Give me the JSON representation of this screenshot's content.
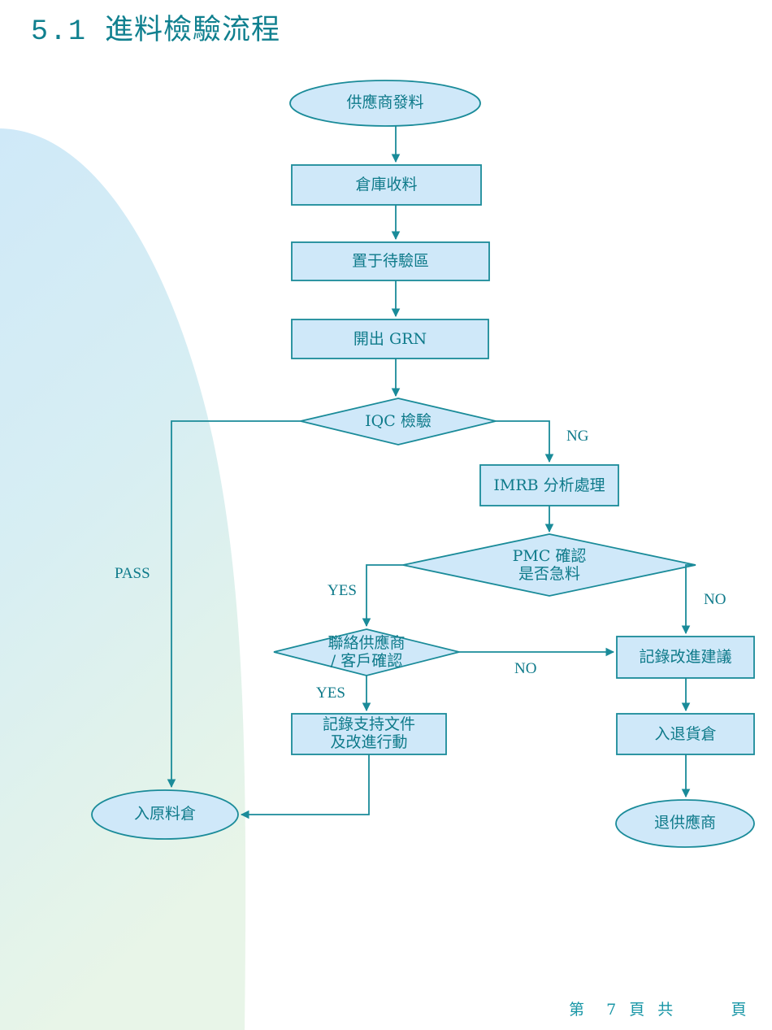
{
  "document": {
    "title_number": "5.1",
    "title_text": "進料檢驗流程",
    "accent_color": "#10808f",
    "node_fill": "#cfe8f9",
    "node_stroke": "#1a8b99",
    "text_color": "#0e7a8a",
    "background_color": "#ffffff"
  },
  "footer": {
    "text": "第  7 頁 共      頁"
  },
  "flowchart": {
    "type": "flowchart",
    "nodes": [
      {
        "id": "start",
        "shape": "ellipse",
        "label": "供應商發料"
      },
      {
        "id": "receive",
        "shape": "rectangle",
        "label": "倉庫收料"
      },
      {
        "id": "hold-area",
        "shape": "rectangle",
        "label": "置于待驗區"
      },
      {
        "id": "issue-grn",
        "shape": "rectangle",
        "label": "開出 GRN"
      },
      {
        "id": "iqc",
        "shape": "diamond",
        "label": "IQC 檢驗"
      },
      {
        "id": "imrb",
        "shape": "rectangle",
        "label": "IMRB 分析處理"
      },
      {
        "id": "pmc",
        "shape": "diamond",
        "label": "PMC 確認\n是否急料"
      },
      {
        "id": "contact",
        "shape": "diamond",
        "label": "聯絡供應商\n/ 客戶確認"
      },
      {
        "id": "record-doc",
        "shape": "rectangle",
        "label": "記錄支持文件\n及改進行動"
      },
      {
        "id": "record-sugg",
        "shape": "rectangle",
        "label": "記錄改進建議"
      },
      {
        "id": "return-wh",
        "shape": "rectangle",
        "label": "入退貨倉"
      },
      {
        "id": "raw-wh",
        "shape": "ellipse",
        "label": "入原料倉"
      },
      {
        "id": "return-supp",
        "shape": "ellipse",
        "label": "退供應商"
      }
    ],
    "edges": [
      {
        "from": "start",
        "to": "receive",
        "label": ""
      },
      {
        "from": "receive",
        "to": "hold-area",
        "label": ""
      },
      {
        "from": "hold-area",
        "to": "issue-grn",
        "label": ""
      },
      {
        "from": "issue-grn",
        "to": "iqc",
        "label": ""
      },
      {
        "from": "iqc",
        "to": "raw-wh",
        "label": "PASS"
      },
      {
        "from": "iqc",
        "to": "imrb",
        "label": "NG"
      },
      {
        "from": "imrb",
        "to": "pmc",
        "label": ""
      },
      {
        "from": "pmc",
        "to": "contact",
        "label": "YES"
      },
      {
        "from": "pmc",
        "to": "record-sugg",
        "label": "NO"
      },
      {
        "from": "contact",
        "to": "record-doc",
        "label": "YES"
      },
      {
        "from": "contact",
        "to": "record-sugg",
        "label": "NO"
      },
      {
        "from": "record-doc",
        "to": "raw-wh",
        "label": ""
      },
      {
        "from": "record-sugg",
        "to": "return-wh",
        "label": ""
      },
      {
        "from": "return-wh",
        "to": "return-supp",
        "label": ""
      }
    ],
    "edge_labels": {
      "pass": "PASS",
      "ng": "NG",
      "pmc_yes": "YES",
      "pmc_no": "NO",
      "contact_yes": "YES",
      "contact_no": "NO"
    }
  }
}
